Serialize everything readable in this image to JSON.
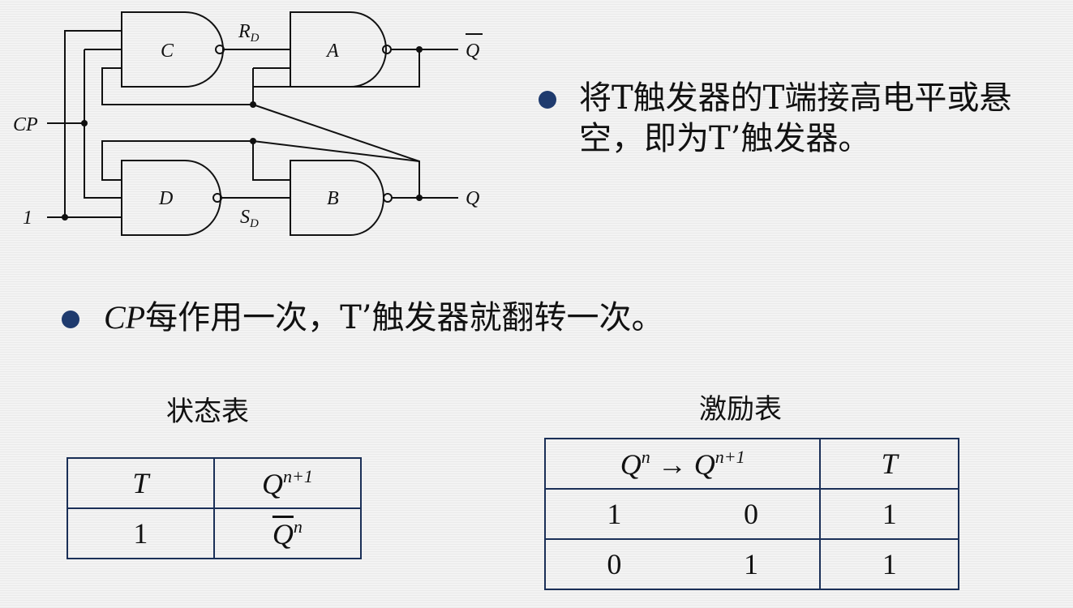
{
  "circuit": {
    "gates": {
      "c": "C",
      "a": "A",
      "d": "D",
      "b": "B"
    },
    "signals": {
      "rd_main": "R",
      "rd_sub": "D",
      "sd_main": "S",
      "sd_sub": "D",
      "q_bar": "Q",
      "q": "Q",
      "cp": "CP",
      "one": "1"
    }
  },
  "bullets": {
    "b1_text": "将T触发器的T端接高电平或悬空，即为T’触发器。",
    "b2_cp": "CP",
    "b2_rest": "每作用一次，T’触发器就翻转一次。"
  },
  "state_table": {
    "caption": "状态表",
    "h_t": "T",
    "h_q": "Q",
    "h_q_sup": "n+1",
    "r_t": "1",
    "r_q": "Q",
    "r_q_sup": "n"
  },
  "excitation_table": {
    "caption": "激励表",
    "h_qn": "Q",
    "h_qn_sup": "n",
    "h_arrow": "→",
    "h_qn1": "Q",
    "h_qn1_sup": "n+1",
    "h_t": "T",
    "rows": [
      {
        "qn": "1",
        "qn1": "0",
        "t": "1"
      },
      {
        "qn": "0",
        "qn1": "1",
        "t": "1"
      }
    ]
  }
}
